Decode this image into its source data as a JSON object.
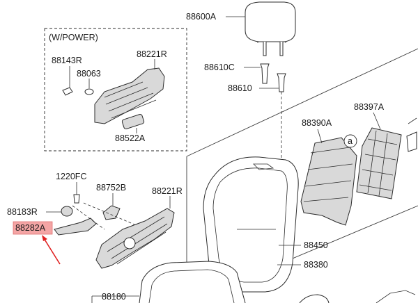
{
  "power_box": {
    "title": "(W/POWER)"
  },
  "labels": {
    "p88600A": "88600A",
    "p88610C": "88610C",
    "p88610": "88610",
    "p88397A": "88397A",
    "p88390A": "88390A",
    "callout_a": "a",
    "p88143R": "88143R",
    "p88063": "88063",
    "p88221R_power": "88221R",
    "p88522A": "88522A",
    "p1220FC": "1220FC",
    "p88752B": "88752B",
    "p88221R": "88221R",
    "p88183R": "88183R",
    "p88282A": "88282A",
    "p88450": "88450",
    "p88380": "88380",
    "p88180": "88180"
  },
  "colors": {
    "highlight": "#f4a5a5",
    "arrow": "#e02020",
    "line": "#2b2b2b"
  }
}
